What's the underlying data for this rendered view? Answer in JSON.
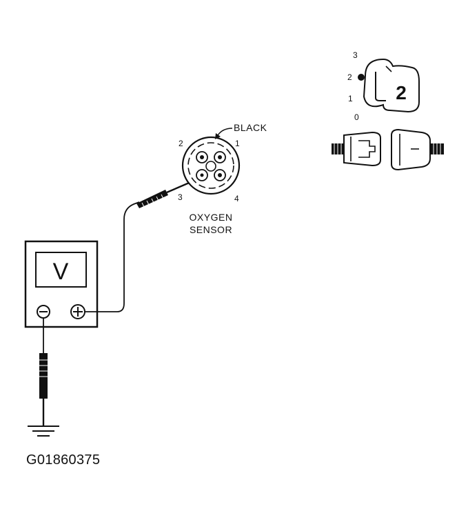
{
  "meter": {
    "display": "V",
    "neg_terminal": "⊖",
    "pos_terminal": "⊕"
  },
  "sensor": {
    "wire_color_label": "BLACK",
    "pins": [
      "1",
      "2",
      "3",
      "4"
    ],
    "caption_line1": "OXYGEN",
    "caption_line2": "SENSOR"
  },
  "ignition": {
    "positions": [
      "3",
      "2",
      "1",
      "0"
    ],
    "key_number": "2"
  },
  "figure_id": "G01860375"
}
